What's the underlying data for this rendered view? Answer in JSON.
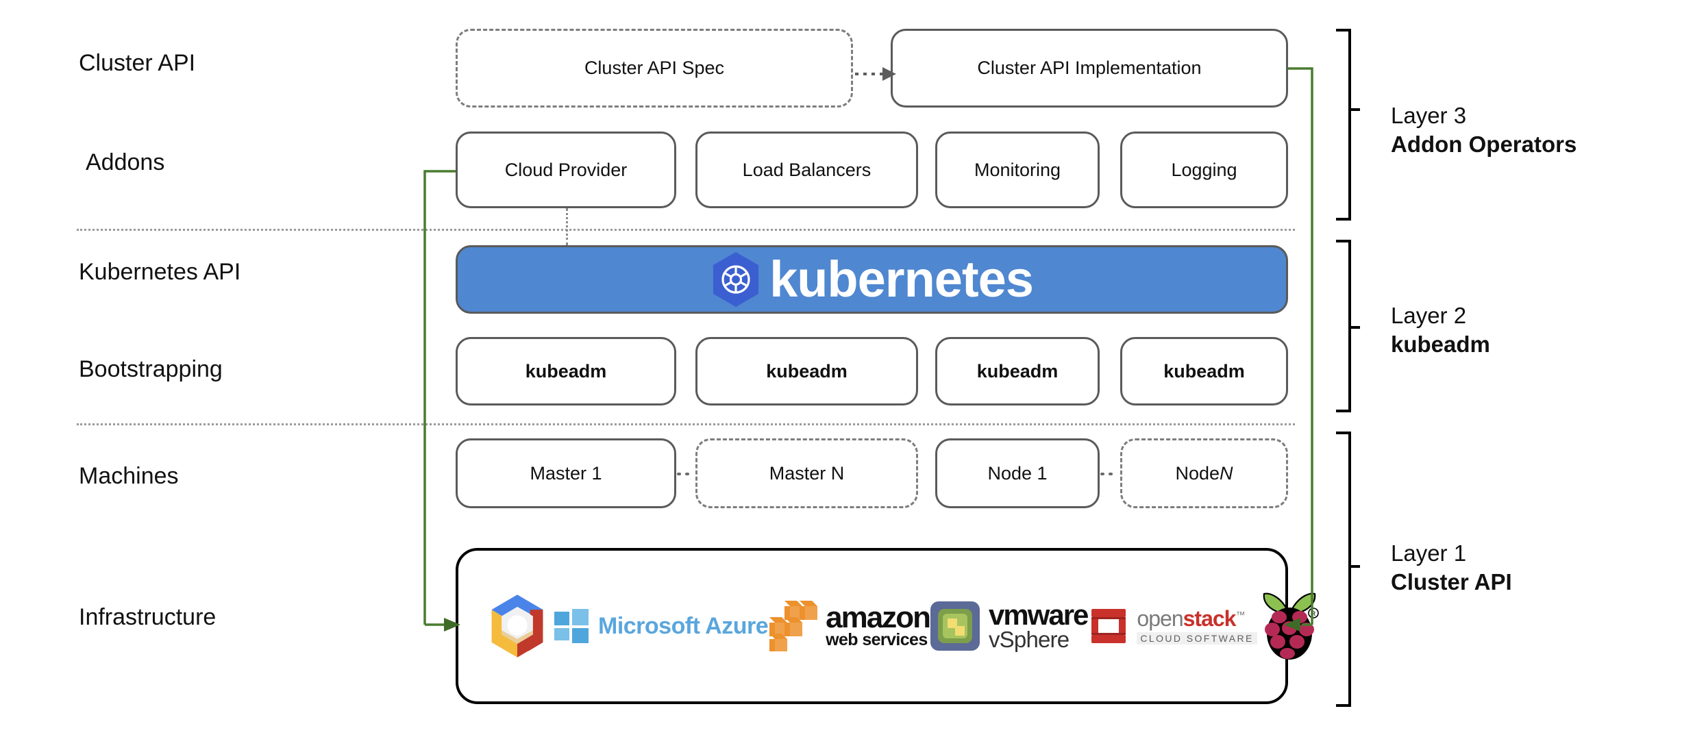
{
  "diagram": {
    "title": "Kubernetes Cluster API layered architecture",
    "colors": {
      "kubernetes_blue": "#4f87d0",
      "arrow_green": "#4a7c2f",
      "box_border": "#5a5a5a",
      "dashed_border": "#7d7d7d",
      "infra_border": "#000000"
    }
  },
  "row_labels": [
    {
      "id": "cluster-api",
      "text": "Cluster API"
    },
    {
      "id": "addons",
      "text": "Addons"
    },
    {
      "id": "kubernetes-api",
      "text": "Kubernetes API"
    },
    {
      "id": "bootstrapping",
      "text": "Bootstrapping"
    },
    {
      "id": "machines",
      "text": "Machines"
    },
    {
      "id": "infrastructure",
      "text": "Infrastructure"
    }
  ],
  "cluster_api_row": {
    "spec": {
      "label": "Cluster API Spec",
      "style": "dashed"
    },
    "implementation": {
      "label": "Cluster API Implementation",
      "style": "solid"
    }
  },
  "addons_row": [
    {
      "label": "Cloud Provider"
    },
    {
      "label": "Load Balancers"
    },
    {
      "label": "Monitoring"
    },
    {
      "label": "Logging"
    }
  ],
  "kubernetes_banner": {
    "wordmark": "kubernetes",
    "icon": "kubernetes-helm-icon"
  },
  "bootstrapping_row": [
    {
      "label": "kubeadm"
    },
    {
      "label": "kubeadm"
    },
    {
      "label": "kubeadm"
    },
    {
      "label": "kubeadm"
    }
  ],
  "machines_row": [
    {
      "label": "Master 1",
      "style": "solid",
      "italic_suffix": ""
    },
    {
      "label": "Master N",
      "style": "dashed",
      "italic_suffix": ""
    },
    {
      "label": "Node 1",
      "style": "solid",
      "italic_suffix": ""
    },
    {
      "label": "Node ",
      "style": "dashed",
      "italic_suffix": "N"
    }
  ],
  "infrastructure_logos": [
    {
      "id": "google-cloud",
      "name": "google-cloud-platform-logo",
      "text": ""
    },
    {
      "id": "azure",
      "name": "microsoft-azure-logo",
      "text": "Microsoft Azure"
    },
    {
      "id": "aws",
      "name": "amazon-web-services-logo",
      "text_top": "amazon",
      "text_bottom": "web services"
    },
    {
      "id": "vmware",
      "name": "vmware-vsphere-logo",
      "text_top": "vmware",
      "text_bottom": "vSphere"
    },
    {
      "id": "openstack",
      "name": "openstack-logo",
      "text_open": "open",
      "text_stack": "stack",
      "text_tm": "™",
      "text_bottom": "CLOUD SOFTWARE"
    },
    {
      "id": "raspberry-pi",
      "name": "raspberry-pi-logo",
      "text": ""
    }
  ],
  "layer_labels": [
    {
      "id": "layer-3",
      "line1": "Layer 3",
      "line2": "Addon Operators"
    },
    {
      "id": "layer-2",
      "line1": "Layer 2",
      "line2": "kubeadm"
    },
    {
      "id": "layer-1",
      "line1": "Layer 1",
      "line2": "Cluster API"
    }
  ],
  "connectors": [
    {
      "id": "spec-to-implementation",
      "style": "dotted-arrow",
      "from": "Cluster API Spec",
      "to": "Cluster API Implementation"
    },
    {
      "id": "cloud-provider-to-kubernetes",
      "style": "dotted",
      "from": "Cloud Provider",
      "to": "kubernetes"
    },
    {
      "id": "cloud-provider-to-infrastructure",
      "style": "green-arrow",
      "from": "Cloud Provider",
      "to": "Infrastructure"
    },
    {
      "id": "implementation-to-infrastructure",
      "style": "green-arrow",
      "from": "Cluster API Implementation",
      "to": "Infrastructure"
    },
    {
      "id": "master1-to-masterN",
      "style": "dotted-ellipsis",
      "from": "Master 1",
      "to": "Master N"
    },
    {
      "id": "node1-to-nodeN",
      "style": "dotted-ellipsis",
      "from": "Node 1",
      "to": "Node N"
    }
  ]
}
